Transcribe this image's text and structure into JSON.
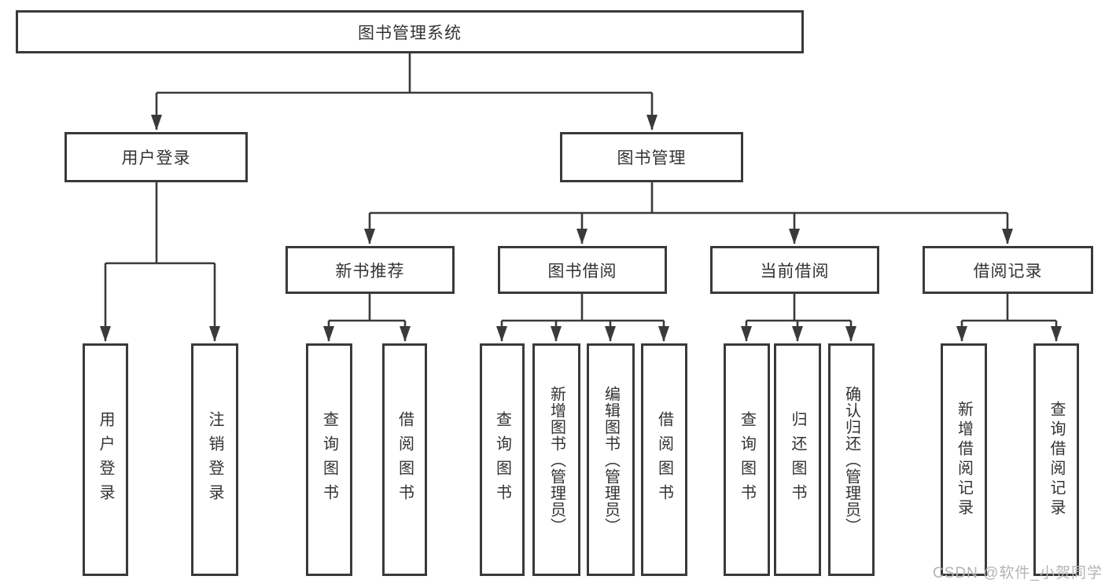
{
  "tree": {
    "root": "图书管理系统",
    "level2": {
      "user_login": "用户登录",
      "book_management": "图书管理"
    },
    "level3": {
      "new_book_recommend": "新书推荐",
      "book_borrow": "图书借阅",
      "current_borrow": "当前借阅",
      "borrow_records": "借阅记录"
    },
    "leaves": {
      "user_login": [
        "用户登录",
        "注销登录"
      ],
      "new_book_recommend": [
        "查询图书",
        "借阅图书"
      ],
      "book_borrow": [
        "查询图书",
        "新增图书（管理员）",
        "编辑图书（管理员）",
        "借阅图书"
      ],
      "current_borrow": [
        "查询图书",
        "归还图书",
        "确认归还（管理员）"
      ],
      "borrow_records": [
        "新增借阅记录",
        "查询借阅记录"
      ]
    }
  },
  "watermark": "CSDN @软件_小贺同学",
  "colors": {
    "line": "#3a3a3a",
    "text": "#333333",
    "watermark": "#b4b4b4",
    "background": "#ffffff"
  }
}
